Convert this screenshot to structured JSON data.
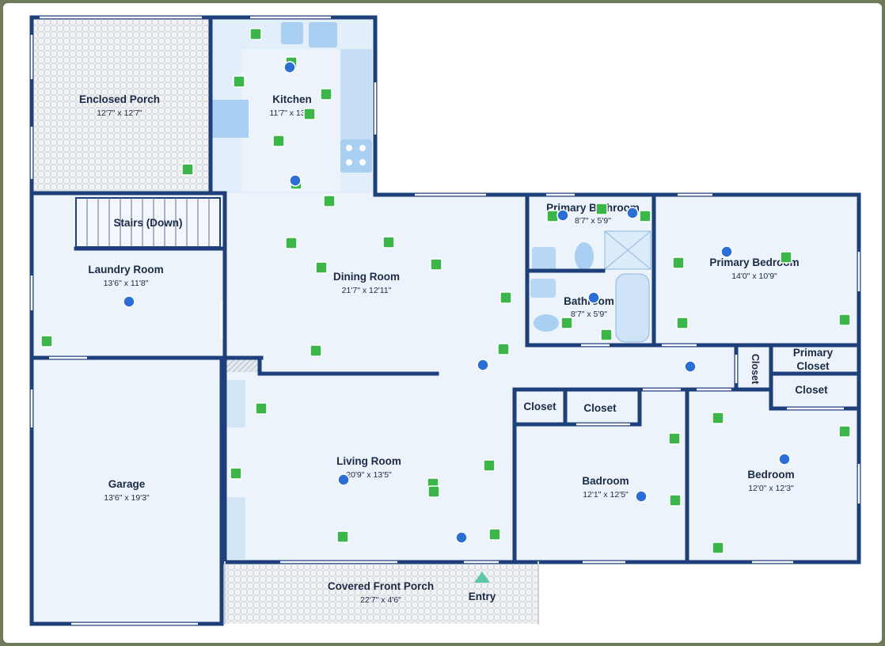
{
  "colors": {
    "wall": "#1d3f7a",
    "floor": "#edf3fb",
    "porch": "#eef0f2",
    "fixture": "#a9cff2",
    "entry": "#5cc7a8",
    "sensor_green": "#3cb54a",
    "sensor_blue": "#2b6fd6"
  },
  "rooms": {
    "enclosed_porch": {
      "name": "Enclosed Porch",
      "dims": "12'7\" x 12'7\""
    },
    "kitchen": {
      "name": "Kitchen",
      "dims": "11'7\" x 13'"
    },
    "stairs": {
      "name": "Stairs (Down)"
    },
    "laundry": {
      "name": "Laundry Room",
      "dims": "13'6\" x 11'8\""
    },
    "dining": {
      "name": "Dining Room",
      "dims": "21'7\" x 12'11\""
    },
    "primary_bathroom": {
      "name": "Primary Bathroom",
      "dims": "8'7\" x 5'9\""
    },
    "bathroom": {
      "name": "Bathroom",
      "dims": "8'7\" x 5'9\""
    },
    "primary_bedroom": {
      "name": "Primary Bedroom",
      "dims": "14'0\" x 10'9\""
    },
    "closet_vertical": {
      "name": "Closet"
    },
    "primary_closet": {
      "line1": "Primary",
      "line2": "Closet"
    },
    "closet_right": {
      "name": "Closet"
    },
    "closet_a": {
      "name": "Closet"
    },
    "closet_b": {
      "name": "Closet"
    },
    "garage": {
      "name": "Garage",
      "dims": "13'6\" x 19'3\""
    },
    "living": {
      "name": "Living Room",
      "dims": "20'9\" x 13'5\""
    },
    "badroom": {
      "name": "Badroom",
      "dims": "12'1\" x 12'5\""
    },
    "bedroom": {
      "name": "Bedroom",
      "dims": "12'0\" x 12'3\""
    },
    "covered_porch": {
      "name": "Covered Front Porch",
      "dims": "22'7\" x 4'6\""
    }
  },
  "entry": {
    "label": "Entry"
  }
}
